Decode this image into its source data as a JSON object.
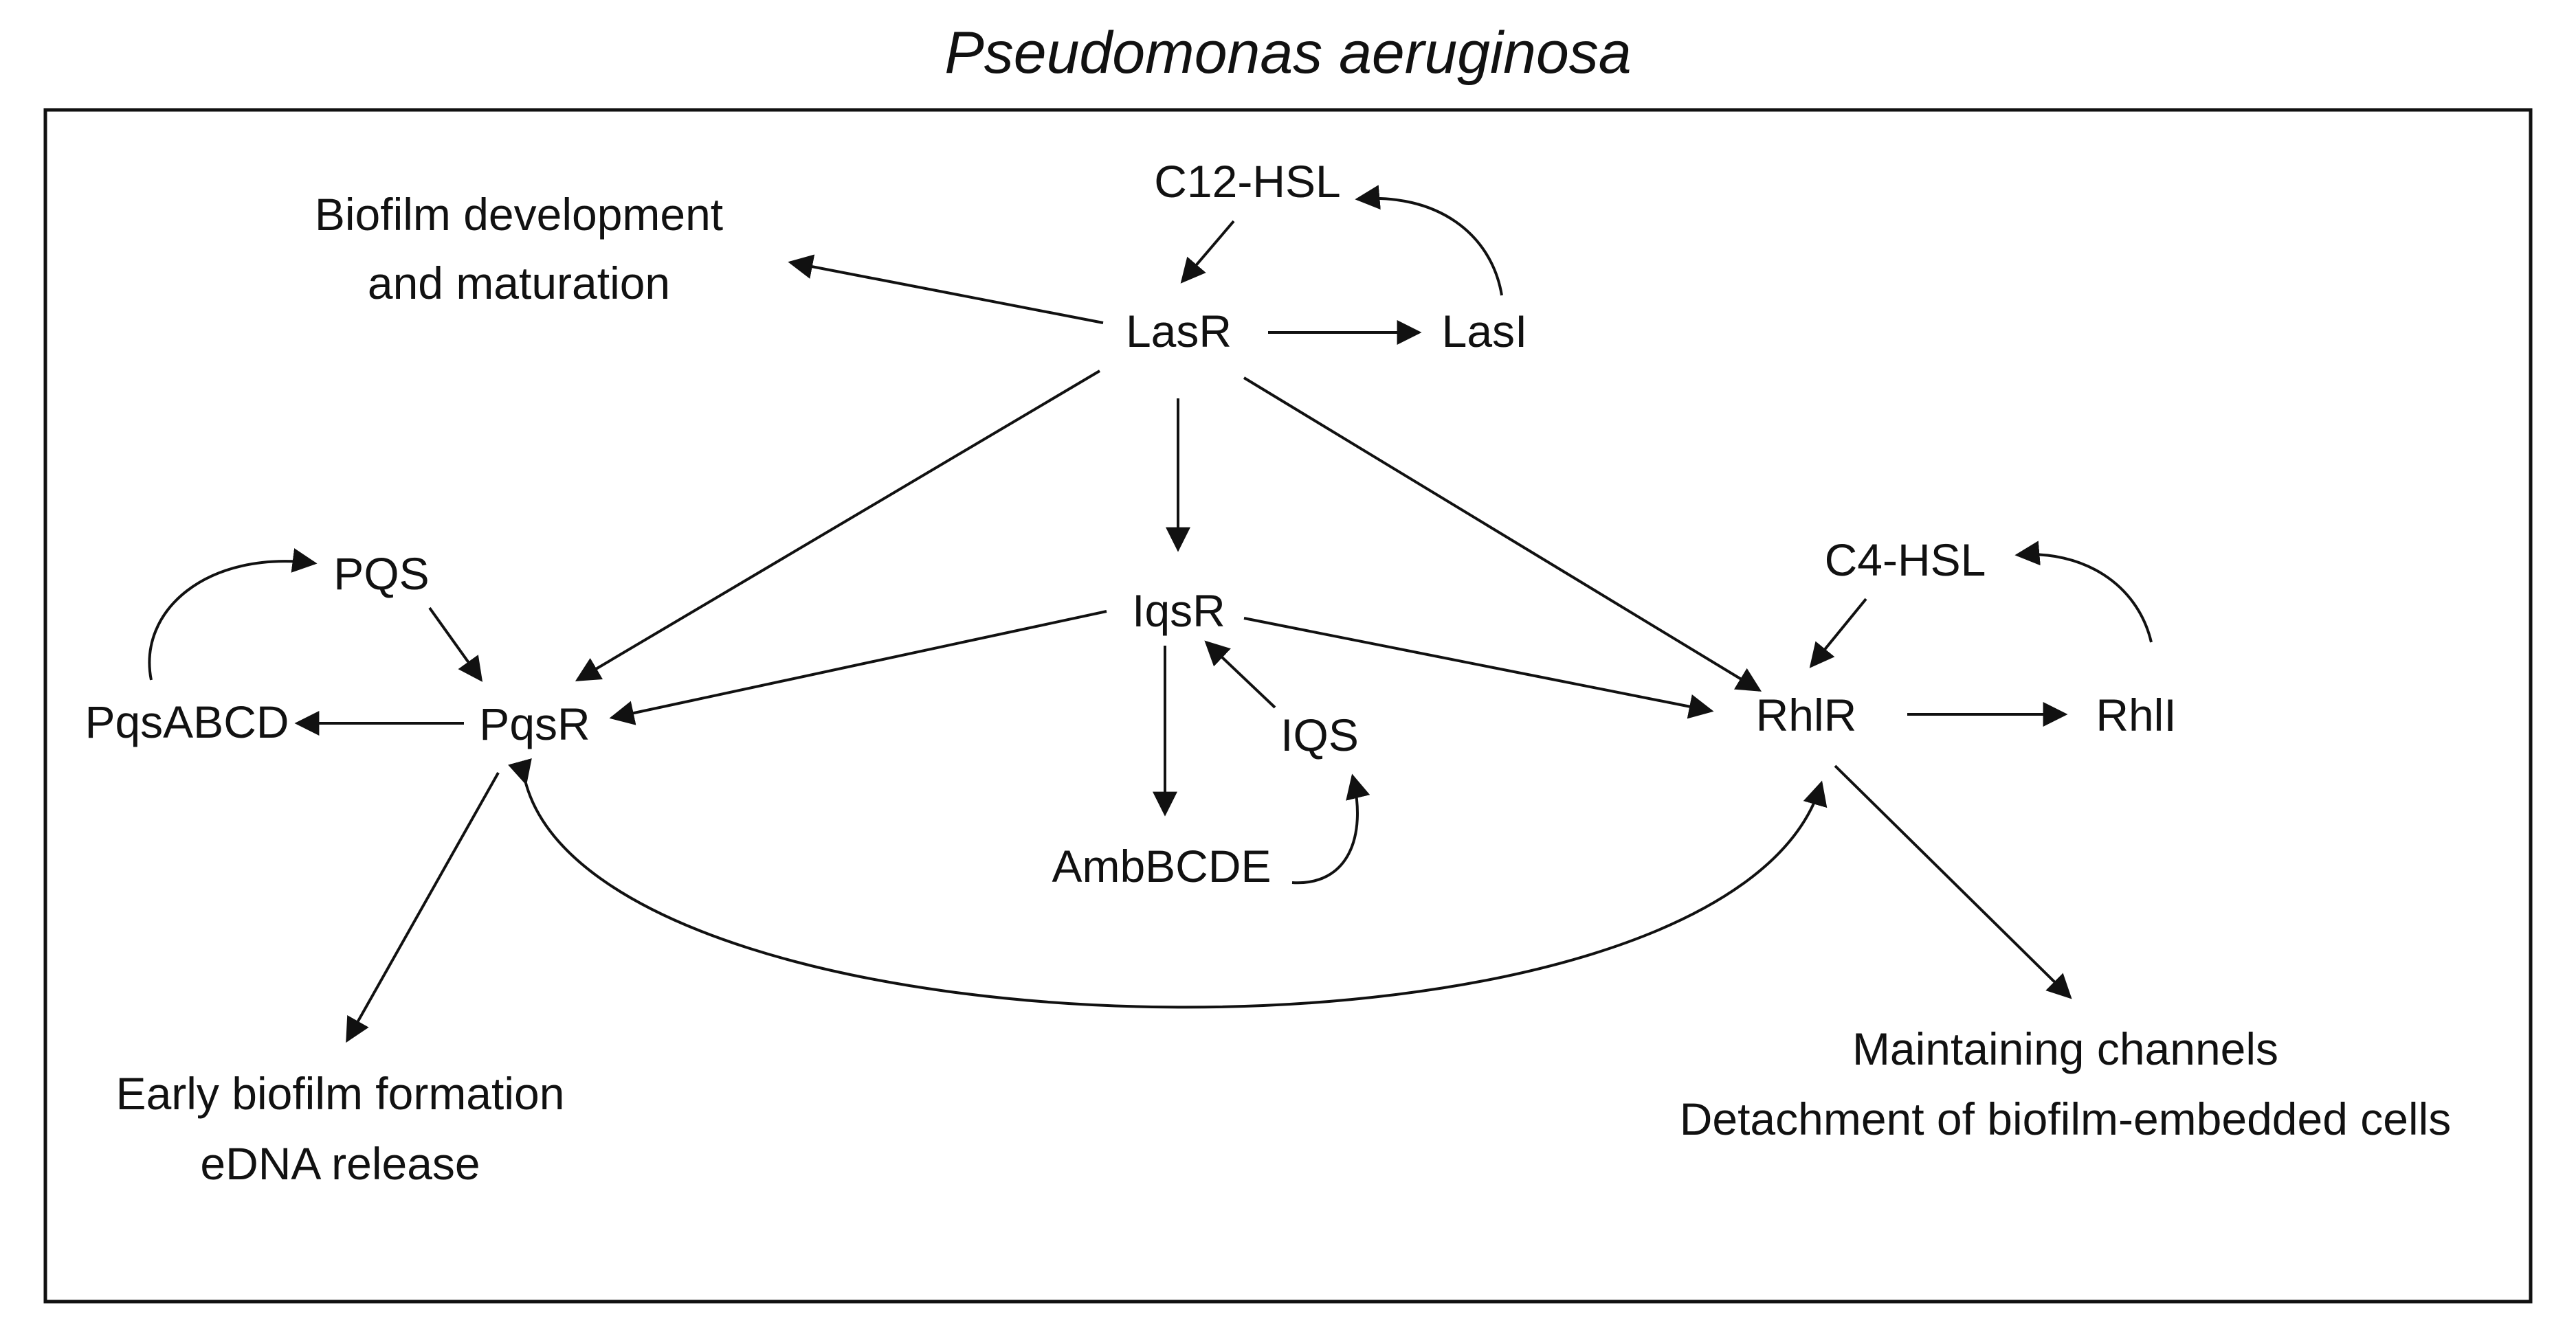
{
  "title": "Pseudomonas aeruginosa",
  "nodes": {
    "c12hsl": "C12-HSL",
    "lasr": "LasR",
    "lasi": "LasI",
    "iqsr": "IqsR",
    "iqs": "IQS",
    "ambbcde": "AmbBCDE",
    "pqs": "PQS",
    "pqsabcd": "PqsABCD",
    "pqsr": "PqsR",
    "c4hsl": "C4-HSL",
    "rhlr": "RhlR",
    "rhli": "RhlI"
  },
  "outcomes": {
    "biofilm_dev": [
      "Biofilm development",
      "and maturation"
    ],
    "early_biofilm": [
      "Early biofilm formation",
      "eDNA release"
    ],
    "channels": [
      "Maintaining channels",
      "Detachment of biofilm-embedded cells"
    ]
  },
  "colors": {
    "line": "#111111",
    "background": "#ffffff"
  }
}
